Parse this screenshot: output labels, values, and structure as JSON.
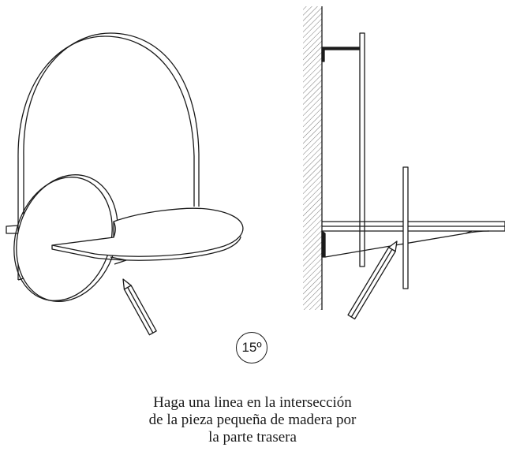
{
  "step": {
    "number": "15º"
  },
  "instruction": {
    "lines": [
      "Haga una linea en la intersección",
      "de la pieza pequeña de madera por",
      "la parte trasera"
    ]
  },
  "colors": {
    "ink": "#1a1a1a",
    "background": "#ffffff"
  },
  "figures": {
    "left": "perspective-view-shelf-with-pencil",
    "right": "side-view-wall-mounted-shelf-with-pencil"
  }
}
